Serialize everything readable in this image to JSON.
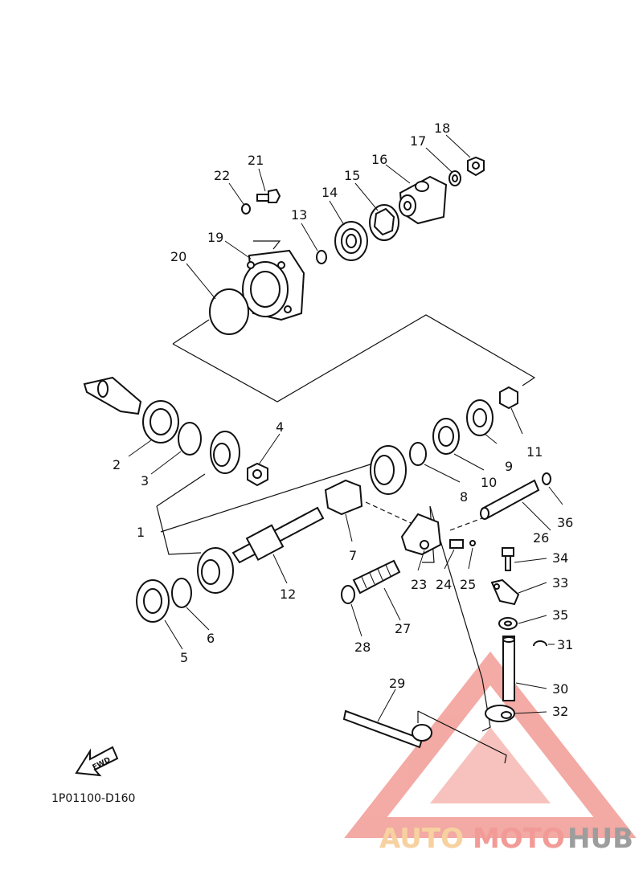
{
  "diagram_code": "1P01100-D160",
  "fwd_label": "FWD",
  "watermark": {
    "part1": "AUTO",
    "part2": "MOTO",
    "part3": "HUB",
    "color_light": "#f6c98f",
    "color_main": "#f08a84",
    "color_dark": "#8c8c8c"
  },
  "callouts": [
    {
      "id": "1",
      "label": "1"
    },
    {
      "id": "2",
      "label": "2"
    },
    {
      "id": "3",
      "label": "3"
    },
    {
      "id": "4",
      "label": "4"
    },
    {
      "id": "5",
      "label": "5"
    },
    {
      "id": "6",
      "label": "6"
    },
    {
      "id": "7",
      "label": "7"
    },
    {
      "id": "8",
      "label": "8"
    },
    {
      "id": "9",
      "label": "9"
    },
    {
      "id": "10",
      "label": "10"
    },
    {
      "id": "11",
      "label": "11"
    },
    {
      "id": "12",
      "label": "12"
    },
    {
      "id": "13",
      "label": "13"
    },
    {
      "id": "14",
      "label": "14"
    },
    {
      "id": "15",
      "label": "15"
    },
    {
      "id": "16",
      "label": "16"
    },
    {
      "id": "17",
      "label": "17"
    },
    {
      "id": "18",
      "label": "18"
    },
    {
      "id": "19",
      "label": "19"
    },
    {
      "id": "20",
      "label": "20"
    },
    {
      "id": "21",
      "label": "21"
    },
    {
      "id": "22",
      "label": "22"
    },
    {
      "id": "23",
      "label": "23"
    },
    {
      "id": "24",
      "label": "24"
    },
    {
      "id": "25",
      "label": "25"
    },
    {
      "id": "26",
      "label": "26"
    },
    {
      "id": "27",
      "label": "27"
    },
    {
      "id": "28",
      "label": "28"
    },
    {
      "id": "29",
      "label": "29"
    },
    {
      "id": "30",
      "label": "30"
    },
    {
      "id": "31",
      "label": "31"
    },
    {
      "id": "32",
      "label": "32"
    },
    {
      "id": "33",
      "label": "33"
    },
    {
      "id": "34",
      "label": "34"
    },
    {
      "id": "35",
      "label": "35"
    },
    {
      "id": "36",
      "label": "36"
    }
  ]
}
